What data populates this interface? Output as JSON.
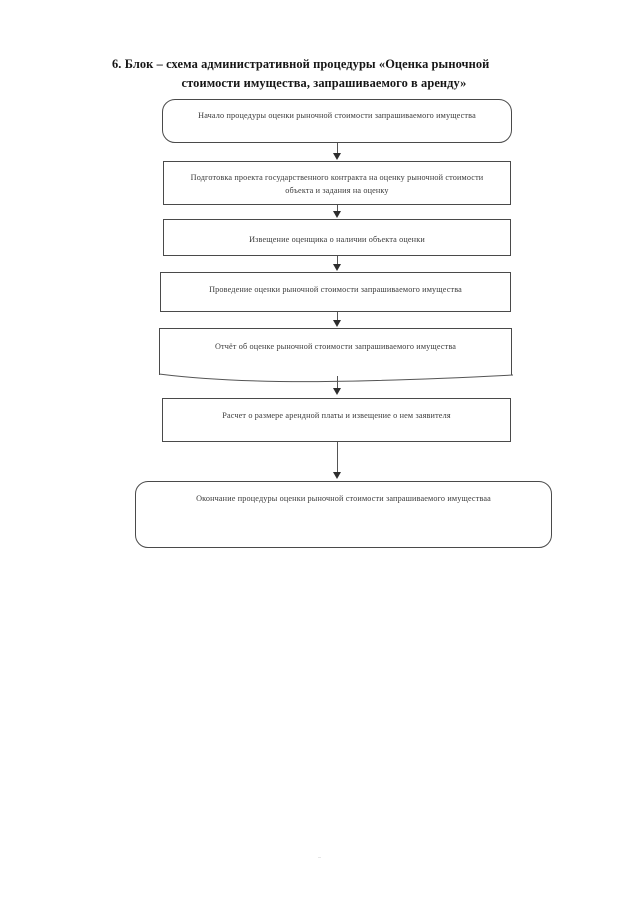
{
  "document": {
    "title_line_1": "6. Блок – схема административной процедуры «Оценка рыночной",
    "title_line_2": "стоимости имущества, запрашиваемого в аренду»",
    "page_background": "#ffffff",
    "ink_color": "#3a3a3a"
  },
  "flowchart": {
    "type": "flowchart",
    "orientation": "top-to-bottom",
    "nodes": [
      {
        "id": "start",
        "shape": "rounded-rectangle",
        "text": "Начало процедуры оценки рыночной стоимости запрашиваемого имущества"
      },
      {
        "id": "prep",
        "shape": "rectangle",
        "text": "Подготовка проекта государственного контракта на оценку рыночной стоимости объекта и задания на оценку"
      },
      {
        "id": "notify",
        "shape": "rectangle",
        "text": "Извещение оценщика о наличии объекта оценки"
      },
      {
        "id": "assess",
        "shape": "rectangle",
        "text": "Проведение оценки рыночной стоимости запрашиваемого имущества"
      },
      {
        "id": "report",
        "shape": "rectangle",
        "text": "Отчёт об оценке рыночной стоимости запрашиваемого имущества"
      },
      {
        "id": "calc",
        "shape": "rectangle",
        "text": "Расчет о размере арендной платы и извещение о нем заявителя"
      },
      {
        "id": "end",
        "shape": "rounded-rectangle",
        "text": "Окончание процедуры оценки рыночной стоимости запрашиваемого имуществаа"
      }
    ],
    "edges": [
      {
        "from": "start",
        "to": "prep",
        "style": "arrow-down"
      },
      {
        "from": "prep",
        "to": "notify",
        "style": "arrow-down"
      },
      {
        "from": "notify",
        "to": "assess",
        "style": "arrow-down"
      },
      {
        "from": "assess",
        "to": "report",
        "style": "arrow-down"
      },
      {
        "from": "report",
        "to": "calc",
        "style": "arrow-down"
      },
      {
        "from": "calc",
        "to": "end",
        "style": "arrow-down"
      }
    ]
  }
}
